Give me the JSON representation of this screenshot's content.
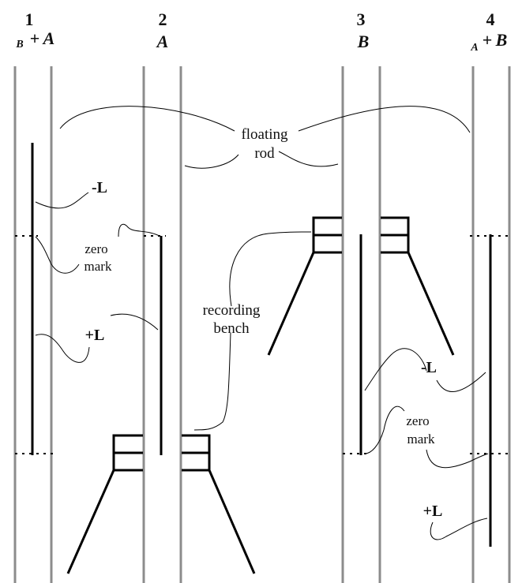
{
  "columns": [
    {
      "number": "1",
      "sub": "B",
      "plus": "+",
      "main": "A"
    },
    {
      "number": "2",
      "main": "A"
    },
    {
      "number": "3",
      "main": "B"
    },
    {
      "number": "4",
      "sub": "A",
      "plus": "+",
      "main": "B"
    }
  ],
  "labels": {
    "floating_rod_line1": "floating",
    "floating_rod_line2": "rod",
    "recording_bench_line1": "recording",
    "recording_bench_line2": "bench",
    "minus_l": "-L",
    "plus_l": "+L",
    "zero_mark_line1": "zero",
    "zero_mark_line2": "mark"
  },
  "colors": {
    "rail": "#8c8c8c",
    "ink": "#000000"
  }
}
